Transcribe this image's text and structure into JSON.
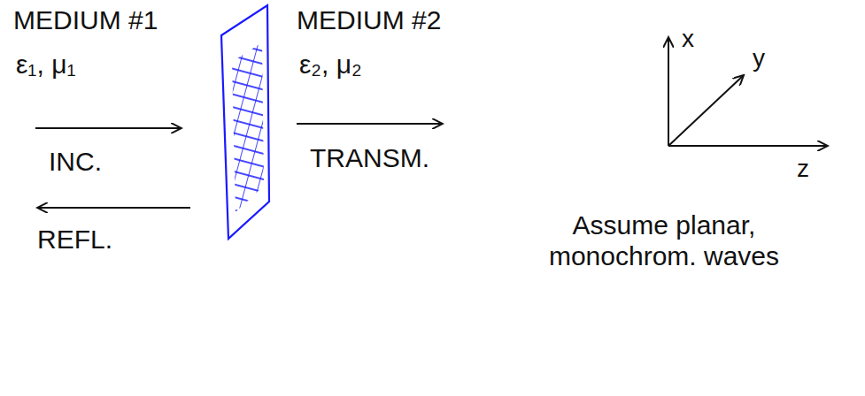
{
  "diagram": {
    "labels": [
      "MEDIUM #1",
      "ε₁, μ₁",
      "INC.",
      "REFL.",
      "MEDIUM #2",
      "ε₂, μ₂",
      "TRANSM.",
      "x",
      "y",
      "z",
      "Assume planar, monochrom. waves"
    ]
  }
}
